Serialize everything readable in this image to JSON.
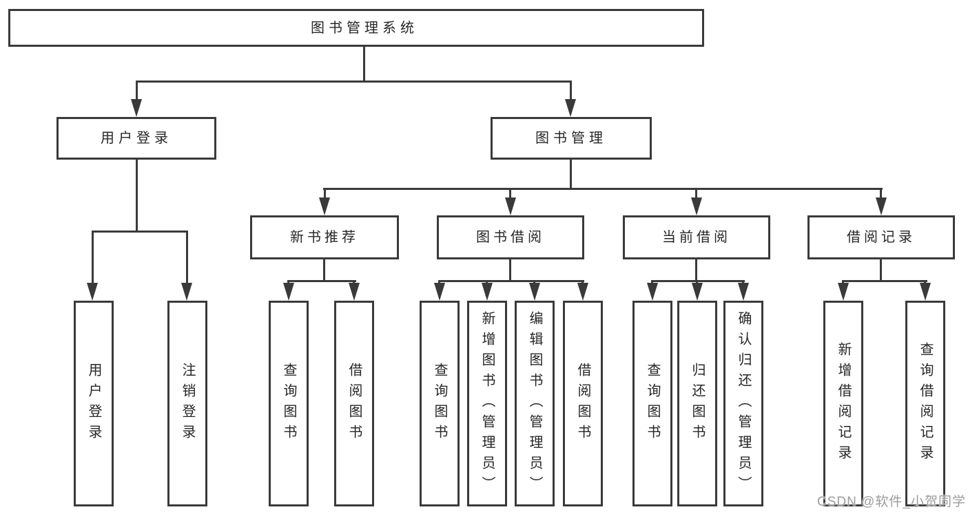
{
  "title": "图书管理系统",
  "watermark": "CSDN @软件_小贺同学",
  "colors": {
    "line": "#3a3a3a",
    "text": "#262626",
    "watermark_text": "#9b9b9b",
    "background": "#ffffff"
  },
  "level2": [
    "用户登录",
    "图书管理"
  ],
  "level3": [
    "新书推荐",
    "图书借阅",
    "当前借阅",
    "借阅记录"
  ],
  "leaves": [
    "用户登录",
    "注销登录",
    "查询图书",
    "借阅图书",
    "查询图书",
    "新增图书（管理员）",
    "编辑图书（管理员）",
    "借阅图书",
    "查询图书",
    "归还图书",
    "确认归还（管理员）",
    "新增借阅记录",
    "查询借阅记录"
  ]
}
